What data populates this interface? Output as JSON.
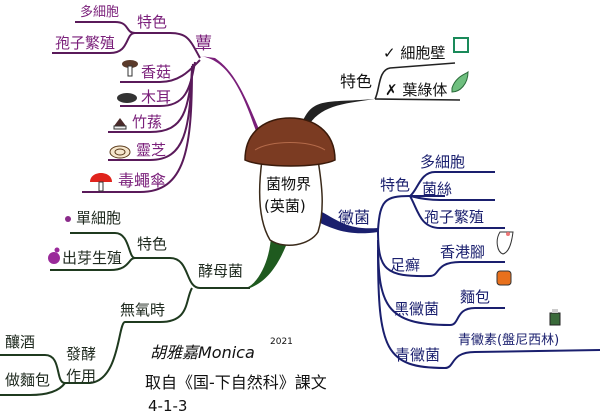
{
  "center": {
    "line1": "菌物界",
    "line2": "(英菌)"
  },
  "mushroom_branch": {
    "title": "蕈",
    "features_label": "特色",
    "features": [
      "多細胞",
      "孢子繁殖"
    ],
    "examples": [
      "香菇",
      "木耳",
      "竹蓀",
      "靈芝",
      "毒蠅傘"
    ],
    "color": "#7a1f7a"
  },
  "kingdom_features": {
    "label": "特色",
    "items": [
      "✓ 細胞壁",
      "✗ 葉綠体"
    ]
  },
  "mold_branch": {
    "title": "黴菌",
    "features_label": "特色",
    "features": [
      "多細胞",
      "菌絲",
      "孢子繁殖"
    ],
    "types": [
      {
        "name": "足癬",
        "example": "香港腳"
      },
      {
        "name": "黑黴菌",
        "example": "麵包"
      },
      {
        "name": "青黴菌",
        "example": "青黴素(盤尼西林)"
      }
    ],
    "color": "#1a1f6e"
  },
  "yeast_branch": {
    "title": "酵母菌",
    "features_label": "特色",
    "features": [
      "單細胞",
      "出芽生殖"
    ],
    "anaerobic_label": "無氧時",
    "fermentation_label": "發酵作用",
    "uses": [
      "釀酒",
      "做麵包"
    ],
    "color": "#1f5a1f"
  },
  "footer": {
    "author": "胡雅嘉Monica",
    "year": "2021",
    "source": "取自《国-下自然科》課文",
    "section": "4-1-3"
  }
}
